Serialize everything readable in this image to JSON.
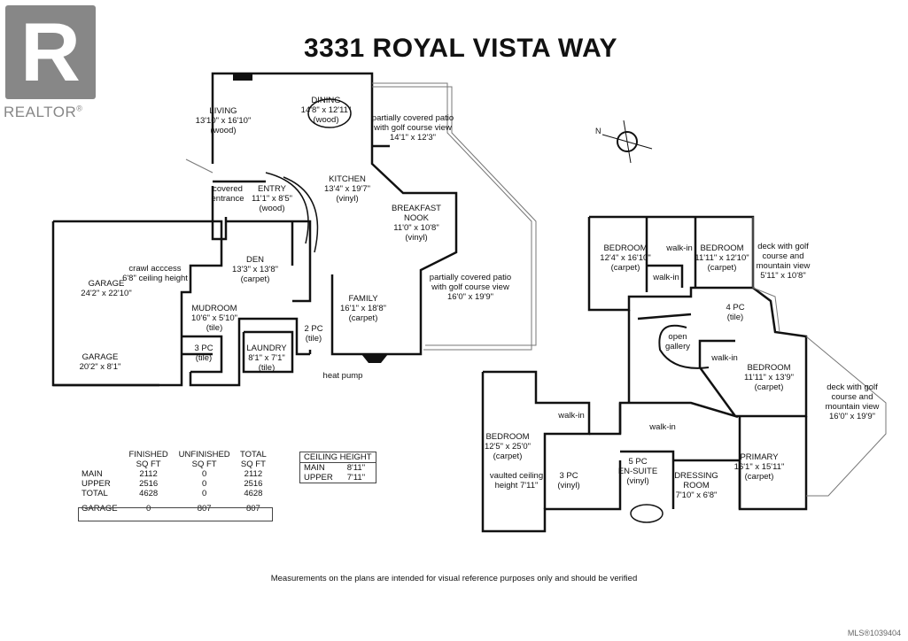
{
  "branding": {
    "logo_letter": "R",
    "wordmark": "REALTOR",
    "reg": "®"
  },
  "title": "3331 ROYAL VISTA WAY",
  "rooms": [
    {
      "id": "living",
      "lines": [
        "LIVING",
        "13'10\" x 16'10\"",
        "(wood)"
      ]
    },
    {
      "id": "dining",
      "lines": [
        "DINING",
        "14'8\" x 12'11\"",
        "(wood)"
      ]
    },
    {
      "id": "patio1",
      "lines": [
        "partially covered patio",
        "with golf course view",
        "14'1\" x 12'3\""
      ]
    },
    {
      "id": "kitchen",
      "lines": [
        "KITCHEN",
        "13'4\" x 19'7\"",
        "(vinyl)"
      ]
    },
    {
      "id": "covered-entrance",
      "lines": [
        "covered",
        "entrance"
      ]
    },
    {
      "id": "entry",
      "lines": [
        "ENTRY",
        "11'1\" x 8'5\"",
        "(wood)"
      ]
    },
    {
      "id": "breakfast",
      "lines": [
        "BREAKFAST",
        "NOOK",
        "11'0\" x 10'8\"",
        "(vinyl)"
      ]
    },
    {
      "id": "den",
      "lines": [
        "DEN",
        "13'3\" x 13'8\"",
        "(carpet)"
      ]
    },
    {
      "id": "crawl",
      "lines": [
        "crawl acccess",
        "6'8\" ceiling height"
      ]
    },
    {
      "id": "garage1",
      "lines": [
        "GARAGE",
        "24'2\" x 22'10\""
      ]
    },
    {
      "id": "mudroom",
      "lines": [
        "MUDROOM",
        "10'6\" x 5'10\"",
        "(tile)"
      ]
    },
    {
      "id": "garage2",
      "lines": [
        "GARAGE",
        "20'2\" x 8'1\""
      ]
    },
    {
      "id": "3pc-main",
      "lines": [
        "3 PC",
        "(tile)"
      ]
    },
    {
      "id": "laundry",
      "lines": [
        "LAUNDRY",
        "8'1\" x 7'1\"",
        "(tile)"
      ]
    },
    {
      "id": "2pc",
      "lines": [
        "2 PC",
        "(tile)"
      ]
    },
    {
      "id": "family",
      "lines": [
        "FAMILY",
        "16'1\" x 18'8\"",
        "(carpet)"
      ]
    },
    {
      "id": "patio2",
      "lines": [
        "partially covered patio",
        "with golf course view",
        "16'0\" x 19'9\""
      ]
    },
    {
      "id": "heatpump",
      "lines": [
        "heat pump"
      ]
    },
    {
      "id": "bed1",
      "lines": [
        "BEDROOM",
        "12'4\" x 16'10\"",
        "(carpet)"
      ]
    },
    {
      "id": "walkin1",
      "lines": [
        "walk-in"
      ]
    },
    {
      "id": "bed2",
      "lines": [
        "BEDROOM",
        "11'11\" x 12'10\"",
        "(carpet)"
      ]
    },
    {
      "id": "deck1",
      "lines": [
        "deck with golf",
        "course and",
        "mountain view",
        "5'11\" x 10'8\""
      ]
    },
    {
      "id": "walkin2",
      "lines": [
        "walk-in"
      ]
    },
    {
      "id": "4pc",
      "lines": [
        "4 PC",
        "(tile)"
      ]
    },
    {
      "id": "gallery",
      "lines": [
        "open",
        "gallery"
      ]
    },
    {
      "id": "walkin3",
      "lines": [
        "walk-in"
      ]
    },
    {
      "id": "bed3",
      "lines": [
        "BEDROOM",
        "11'11\" x 13'9\"",
        "(carpet)"
      ]
    },
    {
      "id": "deck2",
      "lines": [
        "deck with golf",
        "course and",
        "mountain view",
        "16'0\" x 19'9\""
      ]
    },
    {
      "id": "walkin4",
      "lines": [
        "walk-in"
      ]
    },
    {
      "id": "bed4",
      "lines": [
        "BEDROOM",
        "12'5\" x 25'0\"",
        "(carpet)"
      ]
    },
    {
      "id": "walkin5",
      "lines": [
        "walk-in"
      ]
    },
    {
      "id": "vaulted",
      "lines": [
        "vaulted ceiling",
        "height 7'11\""
      ]
    },
    {
      "id": "3pc-up",
      "lines": [
        "3 PC",
        "(vinyl)"
      ]
    },
    {
      "id": "5pc",
      "lines": [
        "5 PC",
        "EN-SUITE",
        "(vinyl)"
      ]
    },
    {
      "id": "dressing",
      "lines": [
        "DRESSING",
        "ROOM",
        "7'10\" x 6'8\""
      ]
    },
    {
      "id": "primary",
      "lines": [
        "PRIMARY",
        "16'1\" x 15'11\"",
        "(carpet)"
      ]
    }
  ],
  "area_table": {
    "headers": [
      [
        "",
        "FINISHED",
        "UNFINISHED",
        "TOTAL"
      ],
      [
        "",
        "SQ FT",
        "SQ FT",
        "SQ FT"
      ]
    ],
    "rows": [
      [
        "MAIN",
        "2112",
        "0",
        "2112"
      ],
      [
        "UPPER",
        "2516",
        "0",
        "2516"
      ],
      [
        "TOTAL",
        "4628",
        "0",
        "4628"
      ]
    ],
    "garage": [
      "GARAGE",
      "0",
      "807",
      "807"
    ]
  },
  "ceiling_table": {
    "header": "CEILING HEIGHT",
    "rows": [
      [
        "MAIN",
        "8'11\""
      ],
      [
        "UPPER",
        "7'11\""
      ]
    ]
  },
  "compass_letter": "N",
  "disclaimer": "Measurements on the plans are intended for visual reference purposes only and should be verified",
  "mls": "MLS®1039404"
}
